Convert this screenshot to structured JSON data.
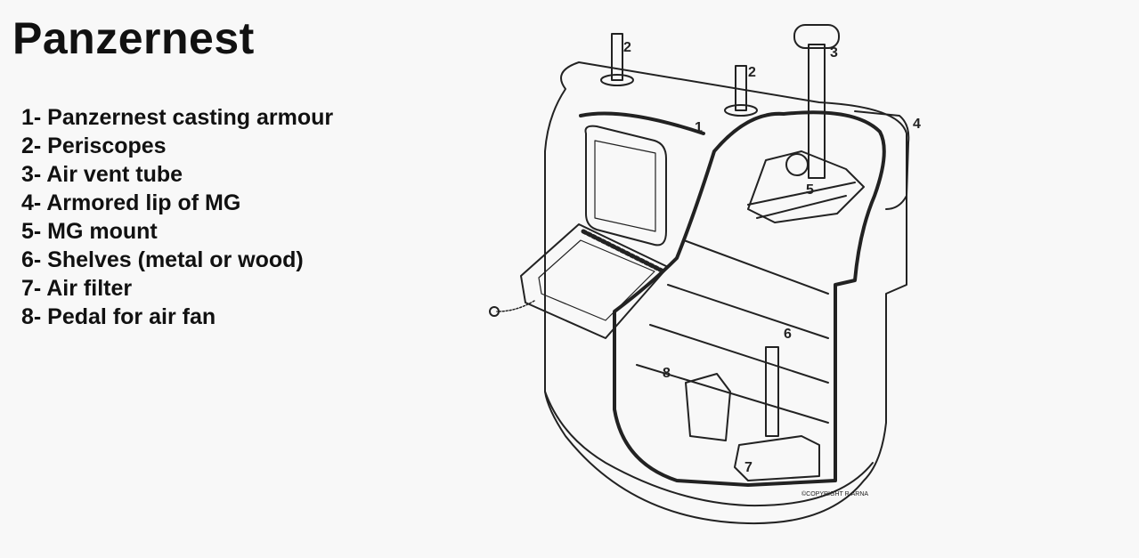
{
  "title": "Panzernest",
  "legend": [
    "1- Panzernest casting armour",
    "2- Periscopes",
    "3- Air vent tube",
    "4- Armored lip of MG",
    "5- MG mount",
    "6- Shelves (metal or wood)",
    "7- Air filter",
    "8- Pedal for air fan"
  ],
  "callouts": {
    "c1": "1",
    "c2a": "2",
    "c2b": "2",
    "c3": "3",
    "c4": "4",
    "c5": "5",
    "c6": "6",
    "c7": "7",
    "c8": "8"
  },
  "copyright": "©COPYRIGHT R.ARNA"
}
